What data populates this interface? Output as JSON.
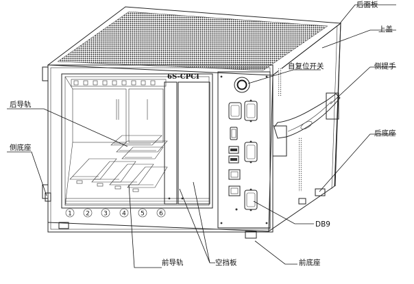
{
  "labels": {
    "back_panel": "后面板",
    "top_cover": "上盖",
    "reset_switch": "自复位开关",
    "side_handle": "侧提手",
    "rear_rail": "后导轨",
    "side_base": "侧底座",
    "rear_base": "后底座",
    "db9": "DB9",
    "front_rail": "前导轨",
    "blank_panel": "空挡板",
    "front_base": "前底座"
  },
  "model": "6S-CPCI",
  "slots": [
    "1",
    "2",
    "3",
    "4",
    "5",
    "6"
  ]
}
